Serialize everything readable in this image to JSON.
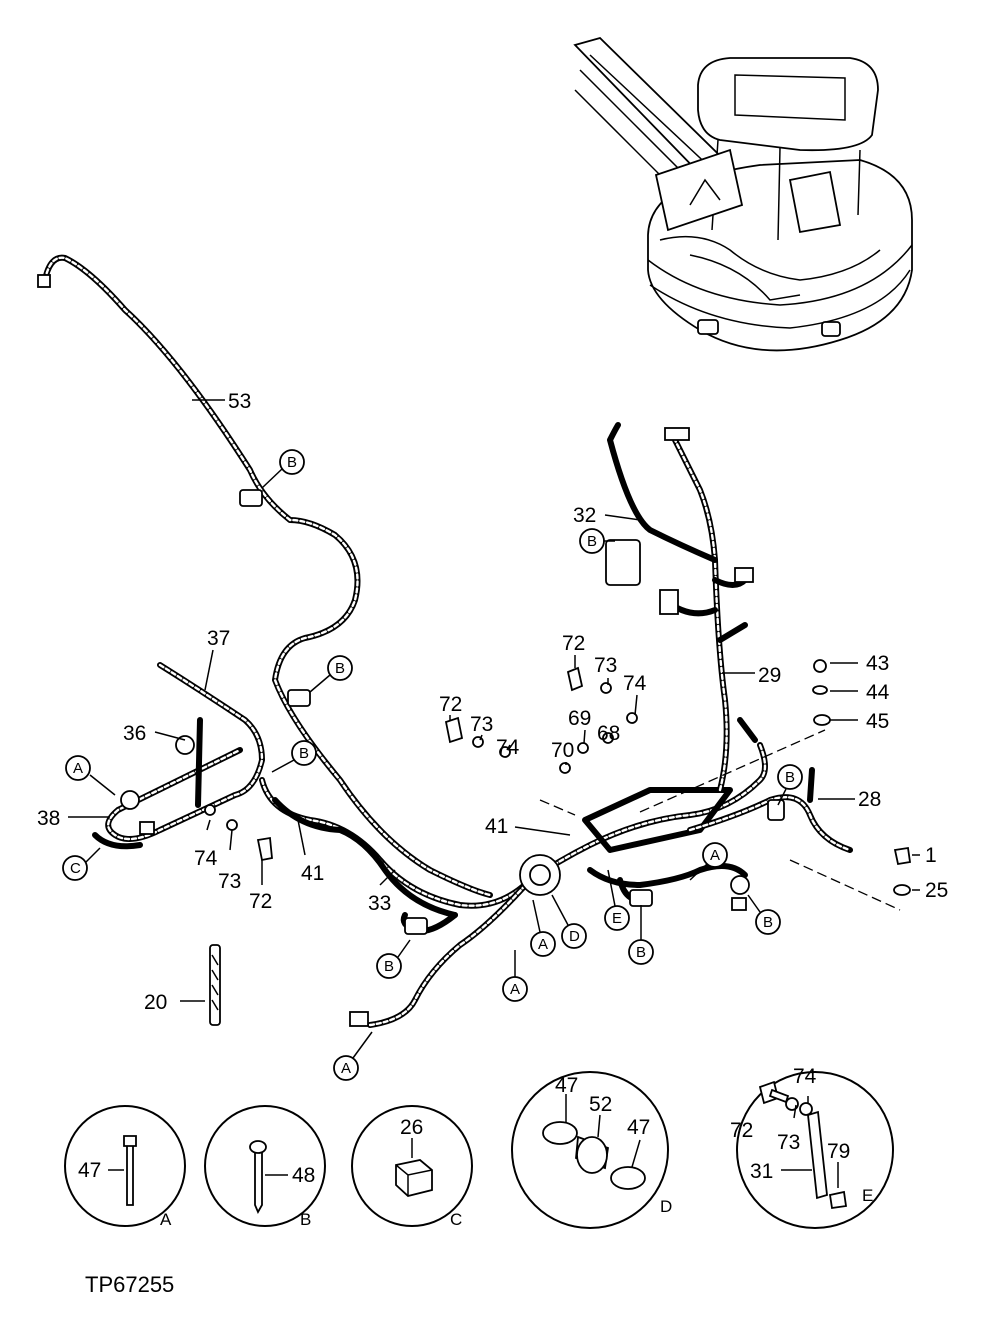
{
  "diagram_code": "TP67255",
  "callouts": {
    "c53": "53",
    "c37": "37",
    "c36": "36",
    "c38": "38",
    "c74a": "74",
    "c73a": "73",
    "c72a": "72",
    "c41a": "41",
    "c33": "33",
    "c20": "20",
    "c32": "32",
    "c29": "29",
    "c72b": "72",
    "c73b": "73",
    "c74b": "74",
    "c72c": "72",
    "c73c": "73",
    "c74c": "74",
    "c69": "69",
    "c70": "70",
    "c68": "68",
    "c41b": "41",
    "c43": "43",
    "c44": "44",
    "c45": "45",
    "c28": "28",
    "c1": "1",
    "c25": "25"
  },
  "reference_letters": {
    "a": "A",
    "b": "B",
    "c": "C",
    "d": "D",
    "e": "E"
  },
  "details": [
    {
      "label": "A",
      "parts": [
        "47"
      ]
    },
    {
      "label": "B",
      "parts": [
        "48"
      ]
    },
    {
      "label": "C",
      "parts": [
        "26"
      ]
    },
    {
      "label": "D",
      "parts": [
        "47",
        "52",
        "47"
      ]
    },
    {
      "label": "E",
      "parts": [
        "74",
        "72",
        "73",
        "31",
        "79"
      ]
    }
  ]
}
